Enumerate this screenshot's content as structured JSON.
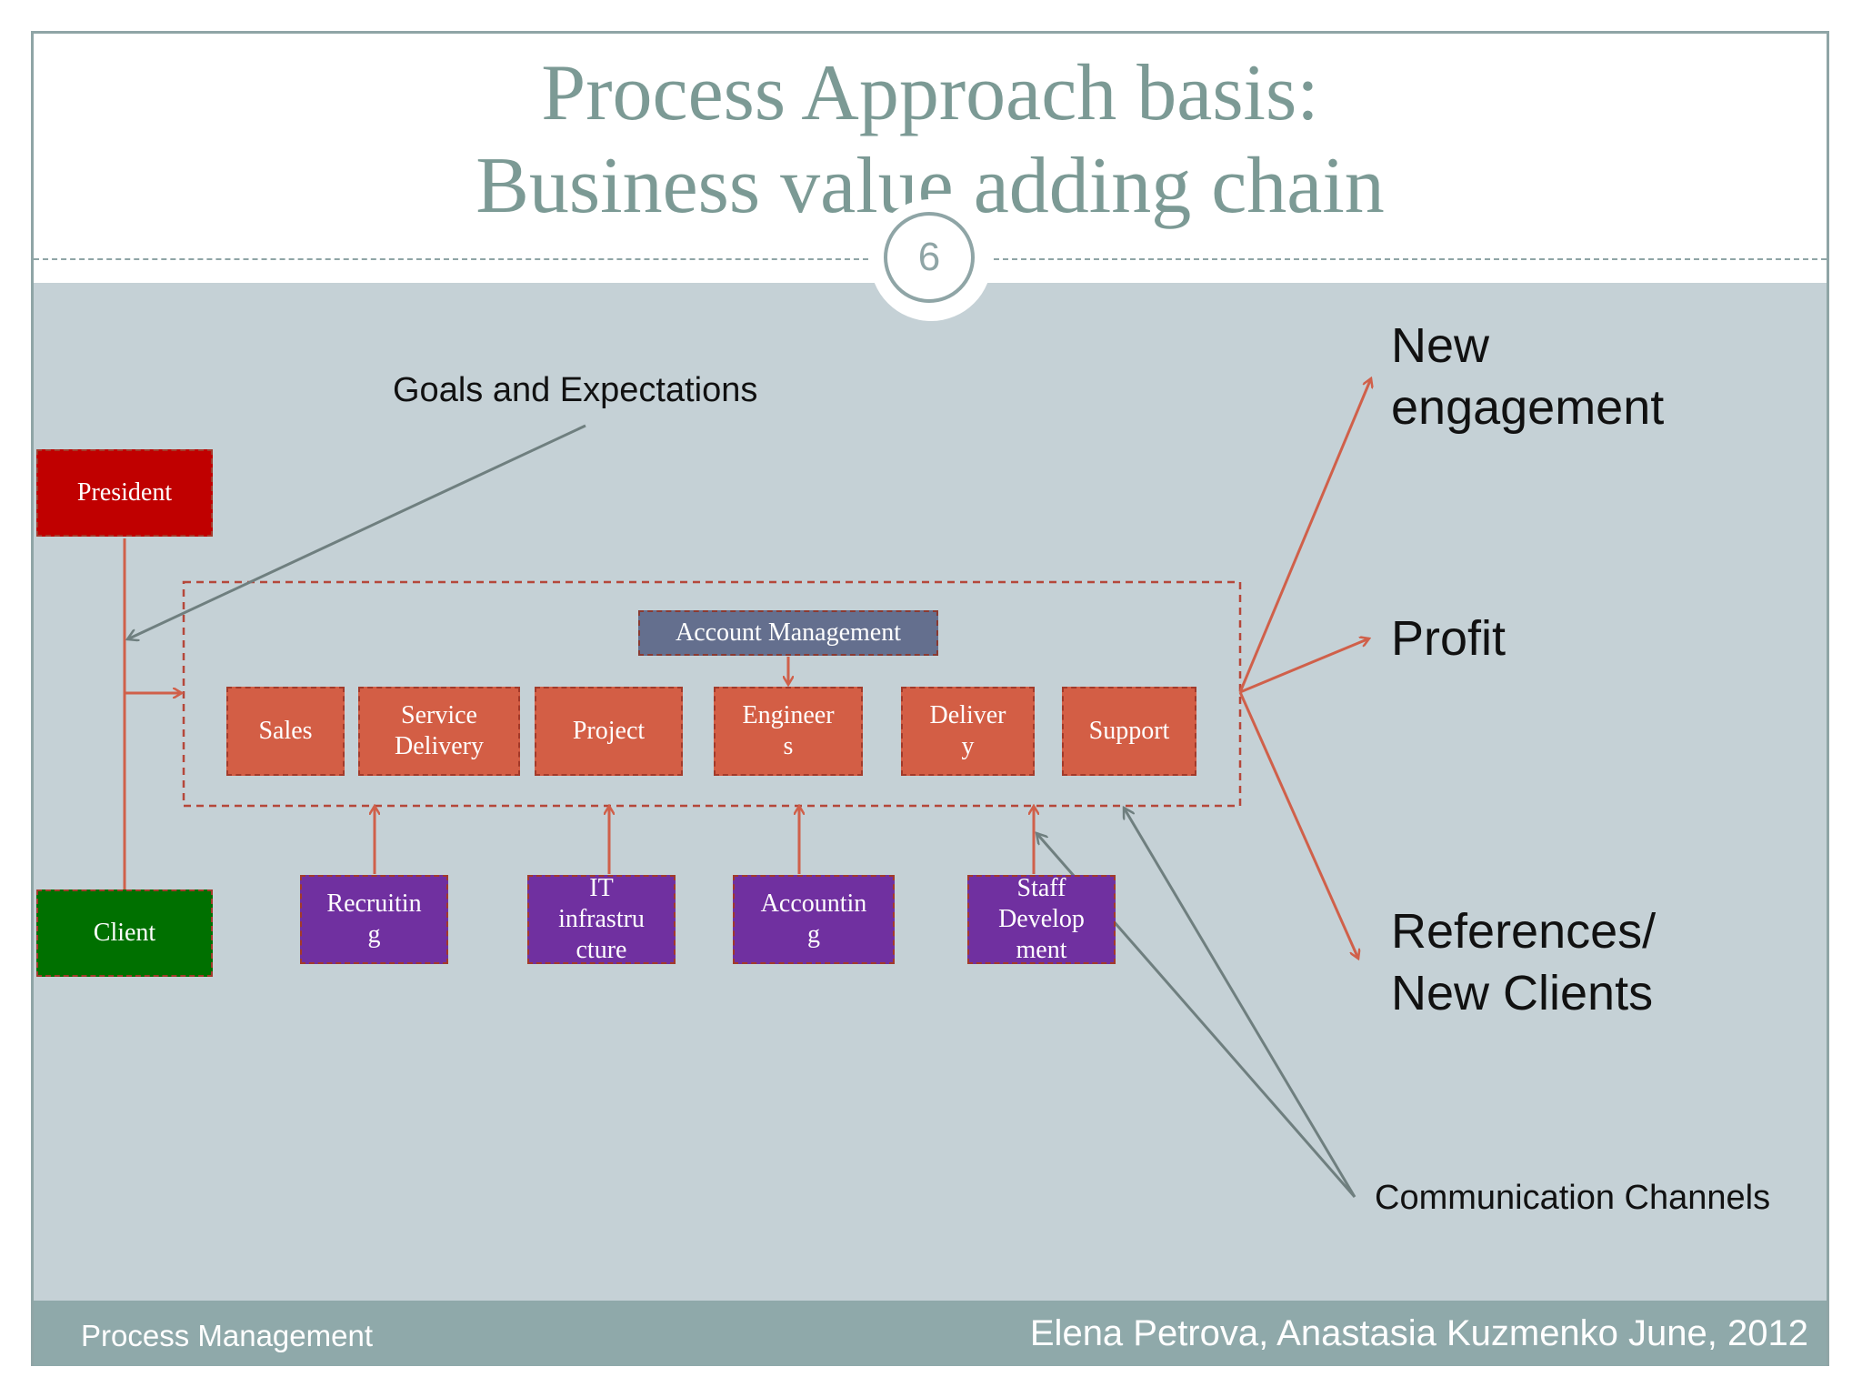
{
  "slide": {
    "title_line1": "Process Approach basis:",
    "title_line2": "Business value adding chain",
    "slide_number": "6"
  },
  "diagram": {
    "goals_label": "Goals and Expectations",
    "president": "President",
    "client": "Client",
    "account_management": "Account Management",
    "chain": [
      "Sales",
      "Service\nDelivery",
      "Project",
      "Engineer\ns",
      "Deliver\ny",
      "Support"
    ],
    "support_functions": [
      "Recruitin\ng",
      "IT\ninfrastru\ncture",
      "Accountin\ng",
      "Staff\nDevelop\nment"
    ],
    "outcomes": [
      "New\nengagement",
      "Profit",
      "References/\nNew Clients"
    ],
    "channels_label": "Communication Channels"
  },
  "footer": {
    "left": "Process Management",
    "right": "Elena Petrova, Anastasia Kuzmenko  June, 2012"
  },
  "colors": {
    "title": "#7c9a95",
    "content_bg": "#c5d1d6",
    "footer_bg": "#8fa9aa",
    "president": "#c00000",
    "client": "#007000",
    "chain_box": "#d35e45",
    "support_box": "#7030a0",
    "account_box": "#646f8e",
    "arrow_red": "#d0604a",
    "arrow_grey": "#6f7f7f"
  }
}
